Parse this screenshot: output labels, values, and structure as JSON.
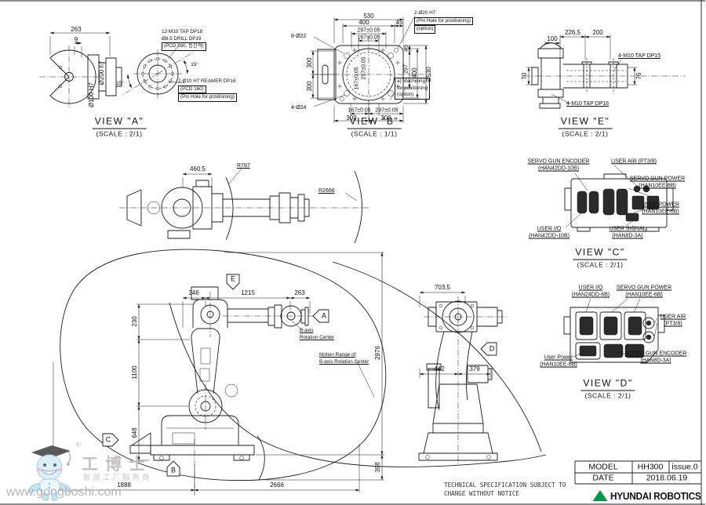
{
  "sheet": {
    "line_color": "#1c1c1c",
    "background": "#ffffff"
  },
  "view_a": {
    "title": "VIEW \"A\"",
    "scale": "(SCALE : 2/1)",
    "dims": {
      "w263": "263",
      "o9": "9",
      "d200": "Ø200 h7",
      "d100": "Ø100 H7",
      "a1": "15°",
      "a2": "15°"
    },
    "note_tap": {
      "l1": "12-M10 TAP DP18",
      "l2": "Ø8.5 DRILL DP19",
      "l3": "(PCD 160, 등간격)"
    },
    "note_reamer": {
      "l1": "2-Ø10 H7 REAMER DP16",
      "l2": "(PCD 160)",
      "l3": "(Pin Hole for positioning)"
    }
  },
  "view_b": {
    "title": "VIEW \"B\"",
    "scale": "(SCALE : 1/1)",
    "dims": {
      "t530": "530",
      "t400": "400",
      "t45": "45",
      "t297": "297±0.05",
      "t167": "167±0.05",
      "l8d22": "8-Ø22",
      "l300a": "300",
      "l300b": "300",
      "l4d24": "4-Ø24",
      "b167": "167±0.05",
      "b297": "297±0.05",
      "b300a": "300",
      "b300b": "300",
      "r45": "45",
      "r297": "297",
      "r400": "400",
      "rd530": "Ø530",
      "i297": "297±0.05",
      "i167": "167±0.05"
    },
    "note_pin": {
      "l1": "2-Ø20 H7",
      "l2": "(Pin Hole for positioning)",
      "l3": "(option)"
    },
    "note_mach": {
      "l1": "a) Machining",
      "l2": "for positioning",
      "l3": "(option)"
    }
  },
  "view_e": {
    "title": "VIEW \"E\"",
    "scale": "(SCALE : 2/1)",
    "dims": {
      "d100": "100",
      "d226": "226,5",
      "d200": "200",
      "d70": "70",
      "d76": "76"
    },
    "note_top": "4-M10 TAP DP15",
    "note_bottom": "4-M10 TAP DP16"
  },
  "top_view": {
    "dims": {
      "d460": "460.5",
      "r787": "R787",
      "r2666": "R2666"
    }
  },
  "view_c": {
    "title": "VIEW \"C\"",
    "scale": "(SCALE : 2/1)",
    "labels": {
      "servo_encoder": {
        "l1": "SERVO GUN ENCODER",
        "l2": "(HAN42DD-10B)"
      },
      "user_air": {
        "l1": "USER AIR (PT3/8)"
      },
      "servo_power": {
        "l1": "SERVO GUN POWER",
        "l2": "(HAN10EE-6B)"
      },
      "user_power": {
        "l1": "USER POWER",
        "l2": "(HAN10EE-6B)"
      },
      "user_io": {
        "l1": "USER I/O",
        "l2": "(HAN42DD-10B)"
      },
      "user_signal": {
        "l1": "USER SIGNAL",
        "l2": "(HAN8D-3A)"
      }
    }
  },
  "main_view": {
    "dims": {
      "t346": "346",
      "t1215": "1215",
      "t263": "263",
      "l230": "230",
      "l1100": "1100",
      "l648": "648",
      "r2976": "2976",
      "r398": "398",
      "b1888": "1888",
      "b2666": "2666"
    },
    "arrows": {
      "a": "A",
      "b": "B",
      "c": "C",
      "e": "E"
    },
    "labels": {
      "b_axis": {
        "l1": "B-axis",
        "l2": "Rotation Center"
      },
      "motion": {
        "l1": "Motion Range of",
        "l2": "B-axis Rotation Center"
      }
    }
  },
  "front_view": {
    "dims": {
      "d703": "703,5",
      "d442": "442",
      "d379": "379"
    },
    "arrow_d": "D"
  },
  "view_d": {
    "title": "VIEW \"D\"",
    "scale": "(SCALE : 2/1)",
    "labels": {
      "user_io": {
        "l1": "USER I/O",
        "l2": "(HAN24DD-6B)"
      },
      "servo_power": {
        "l1": "SERVO GUN POWER",
        "l2": "(HAN10EE-6B)"
      },
      "user_air": {
        "l1": "USER AIR",
        "l2": "(PT3/8)"
      },
      "user_power": {
        "l1": "User Power",
        "l2": "(HAN10EE-6B)"
      },
      "servo_encoder": {
        "l1": "SERVO GUN ENCODER",
        "l2": "(HAN8D-3A)"
      }
    }
  },
  "title_block": {
    "model_label": "MODEL",
    "model_value": "HH300",
    "issue": "issue.0",
    "date_label": "DATE",
    "date_value": "2018.06.19",
    "brand": "HYUNDAI ROBOTICS",
    "logo_green": "#009a44"
  },
  "footer_note": {
    "line1": "TECHNICAL SPECIFICATION SUBJECT TO",
    "line2": "CHANGE WITHOUT NOTICE"
  },
  "watermark": {
    "brand": "工博士",
    "reg": "®",
    "subtitle": "智能工厂服务商",
    "url": "www.gongboshi.com",
    "text_color": "#c6c0c0",
    "mascot_blue": "#bfe6f5"
  }
}
